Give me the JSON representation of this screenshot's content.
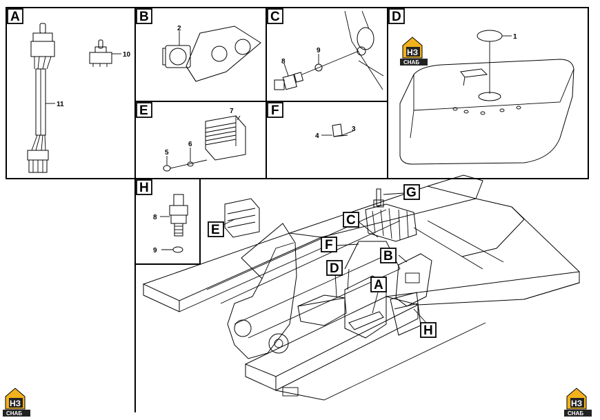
{
  "panels": {
    "A": "A",
    "B": "B",
    "C": "C",
    "D": "D",
    "E": "E",
    "F": "F",
    "H": "H"
  },
  "callouts": {
    "n1": "1",
    "n2": "2",
    "n3": "3",
    "n4": "4",
    "n5": "5",
    "n6": "6",
    "n7": "7",
    "n8": "8",
    "n9": "9",
    "n10": "10",
    "n11": "11",
    "h8": "8",
    "h9": "9"
  },
  "main_labels": {
    "G": "G",
    "E": "E",
    "C": "C",
    "F": "F",
    "B": "B",
    "D": "D",
    "A": "A",
    "H": "H"
  },
  "logo": {
    "mark": "НЗ",
    "word": "СНАБ",
    "color": "#f2b21c"
  }
}
